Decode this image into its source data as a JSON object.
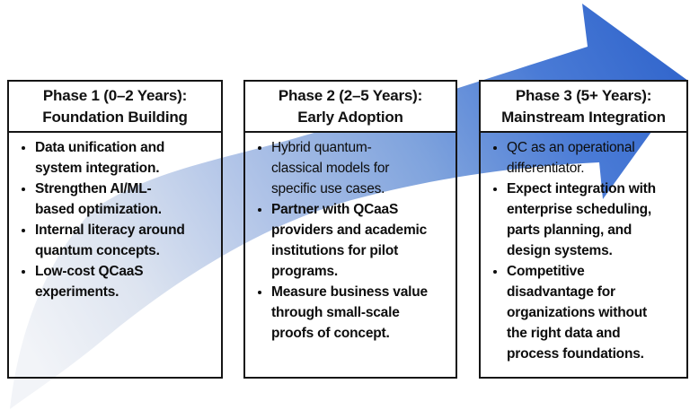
{
  "diagram": {
    "background_color": "#ffffff",
    "text_color": "#0d0d0d",
    "box_border_color": "#151515",
    "arrow": {
      "meaning": "growth-over-time swoosh arrow pointing to upper right",
      "gradient_tail_color": "#f2f4f8",
      "gradient_mid_color": "#7fa3dd",
      "gradient_head_color": "#3266cc"
    },
    "phases": [
      {
        "title": "Phase 1 (0–2 Years):\nFoundation Building",
        "bullets": [
          {
            "text": "Data unification and\nsystem integration.",
            "bold": true
          },
          {
            "text": "Strengthen AI/ML-\nbased optimization.",
            "bold": true
          },
          {
            "text": "Internal literacy around\nquantum concepts.",
            "bold": true
          },
          {
            "text": "Low-cost QCaaS\nexperiments.",
            "bold": true
          }
        ]
      },
      {
        "title": "Phase 2 (2–5 Years):\nEarly Adoption",
        "bullets": [
          {
            "text": "Hybrid quantum-\nclassical models for\nspecific use cases.",
            "bold": false
          },
          {
            "text": "Partner with QCaaS\nproviders and academic\ninstitutions for pilot\nprograms.",
            "bold": true
          },
          {
            "text": "Measure business value\nthrough small-scale\nproofs of concept.",
            "bold": true
          }
        ]
      },
      {
        "title": "Phase 3 (5+ Years):\nMainstream Integration",
        "bullets": [
          {
            "text": "QC as an operational\ndifferentiator.",
            "bold": false
          },
          {
            "text": "Expect integration with\nenterprise scheduling,\nparts planning, and\ndesign systems.",
            "bold": true
          },
          {
            "text": "Competitive\ndisadvantage for\norganizations without\nthe right data and\nprocess foundations.",
            "bold": true
          }
        ]
      }
    ]
  }
}
